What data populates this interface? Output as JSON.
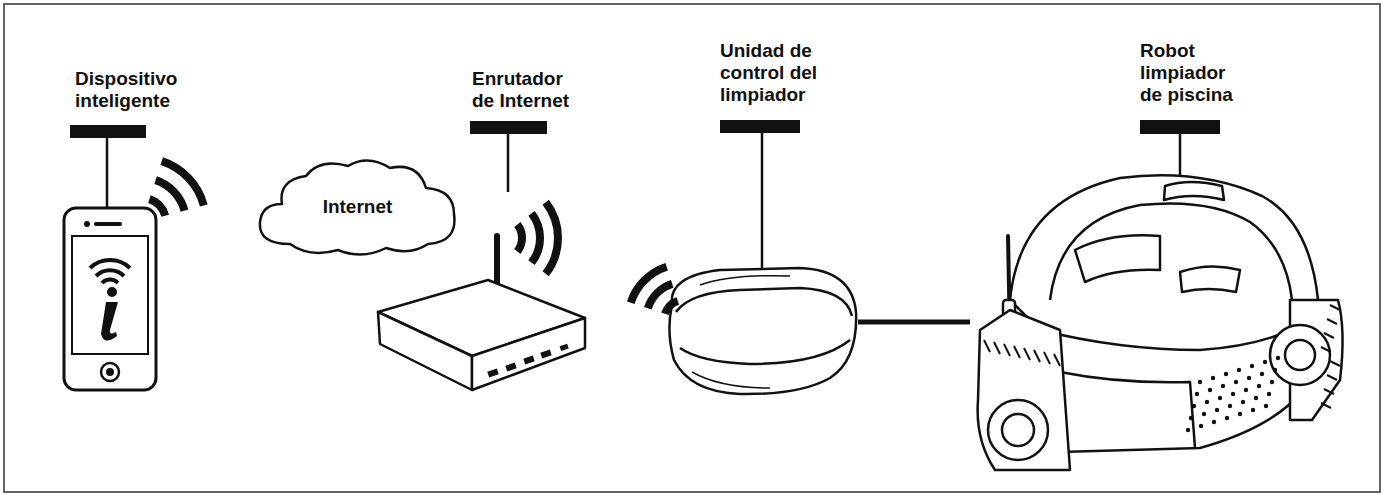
{
  "diagram": {
    "nodes": [
      {
        "text": [
          "Dispositivo inteligente"
        ]
      },
      {
        "text": [
          "Internet"
        ]
      },
      {
        "text": [
          "Enrutador de Internet"
        ]
      },
      {
        "text": [
          "Unidad de control del limpiador"
        ]
      },
      {
        "text": [
          "Robot limpiador de piscina"
        ]
      }
    ],
    "edges": [
      {
        "from": 3,
        "to": 4,
        "arrow": "none"
      }
    ]
  }
}
